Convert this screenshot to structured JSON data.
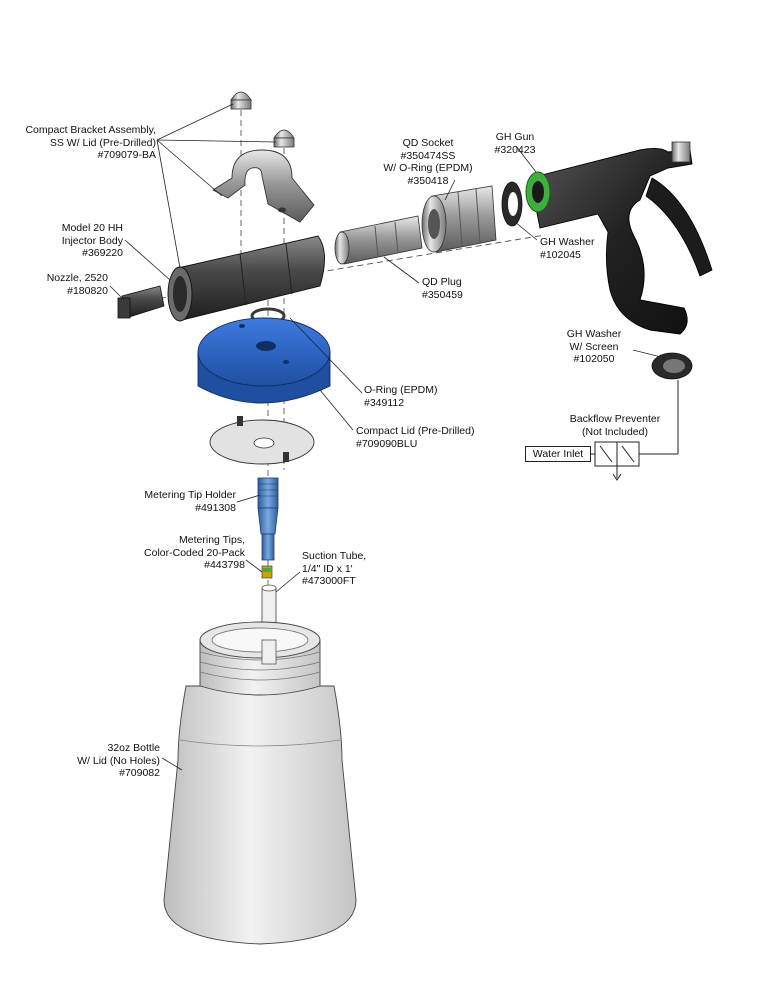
{
  "labels": {
    "bracket": [
      "Compact Bracket Assembly,",
      "SS W/ Lid (Pre-Drilled)",
      "#709079-BA"
    ],
    "injector": [
      "Model 20 HH",
      "Injector Body",
      "#369220"
    ],
    "nozzle": [
      "Nozzle, 2520",
      "#180820"
    ],
    "qd_socket": [
      "QD Socket",
      "#350474SS",
      "W/ O-Ring (EPDM)",
      "#350418"
    ],
    "gh_gun": [
      "GH Gun",
      "#320423"
    ],
    "gh_washer": [
      "GH Washer",
      "#102045"
    ],
    "qd_plug": [
      "QD Plug",
      "#350459"
    ],
    "gh_washer_screen": [
      "GH Washer",
      "W/ Screen",
      "#102050"
    ],
    "oring": [
      "O-Ring (EPDM)",
      "#349112"
    ],
    "compact_lid": [
      "Compact Lid (Pre-Drilled)",
      "#709090BLU"
    ],
    "backflow": [
      "Backflow Preventer",
      "(Not Included)"
    ],
    "water_inlet": "Water Inlet",
    "tip_holder": [
      "Metering Tip Holder",
      "#491308"
    ],
    "metering_tips": [
      "Metering Tips,",
      "Color-Coded 20-Pack",
      "#443798"
    ],
    "suction_tube": [
      "Suction Tube,",
      "1/4\" ID x 1'",
      "#473000FT"
    ],
    "bottle": [
      "32oz Bottle",
      "W/ Lid (No Holes)",
      "#709082"
    ]
  },
  "colors": {
    "lid_blue": "#2a66c8",
    "gun_black": "#2a2a2a",
    "gun_green": "#3fae3f",
    "metal": "#b8b8b8",
    "dark_metal": "#4a4a4a",
    "bottle_gray": "#d9d9d9",
    "tip_holder_blue": "#4f86c6"
  }
}
